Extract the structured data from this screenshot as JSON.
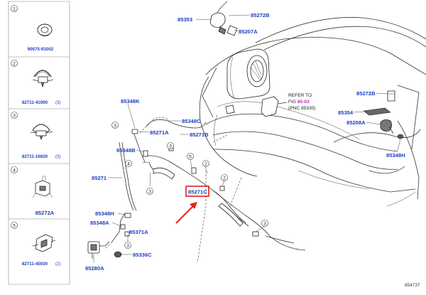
{
  "legend": {
    "items": [
      {
        "num": "1",
        "part": "90075-91002",
        "qty": ""
      },
      {
        "num": "2",
        "part": "82711-41090",
        "qty": "(3)"
      },
      {
        "num": "3",
        "part": "82711-16830",
        "qty": "(3)"
      },
      {
        "num": "4",
        "part": "85272A",
        "qty": ""
      },
      {
        "num": "5",
        "part": "82711-45030",
        "qty": "(2)"
      }
    ]
  },
  "callouts": {
    "c85353": "85353",
    "c85272B_top": "85272B",
    "c85207A": "85207A",
    "c85348K": "85348K",
    "c85348C": "85348C",
    "c85271A": "85271A",
    "c85271B": "85271B",
    "c85348B_a": "85348B",
    "c85271": "85271",
    "c85271C": "85271C",
    "c85348H_left": "85348H",
    "c85348A": "85348A",
    "c85371A": "85371A",
    "c85336C": "85336C",
    "c85280A": "85280A",
    "c85272B_right": "85272B",
    "c85354": "85354",
    "c85208A": "85208A",
    "c85348H_right": "85348H"
  },
  "reference": {
    "line1": "REFER TO",
    "line2_prefix": "FIG ",
    "line2_link": "85-03",
    "line3": "(PNC 85330)"
  },
  "diagram_numbers": {
    "n3a": "3",
    "n4": "4",
    "n3b": "3",
    "n5": "5",
    "n2a": "2",
    "n3c": "3",
    "n2b": "2",
    "n3d": "3",
    "n3e": "3"
  },
  "figure_id": "854737",
  "colors": {
    "part_number": "#1a3dbf",
    "highlight": "#e02020",
    "reference_link": "#c020c0"
  }
}
